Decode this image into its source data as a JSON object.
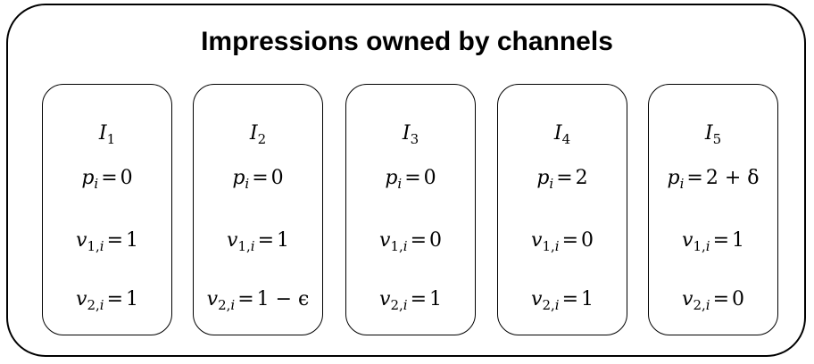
{
  "title": "Impressions owned by channels",
  "cards": [
    {
      "name_sub": "1",
      "p": "0",
      "v1": "1",
      "v2": "1"
    },
    {
      "name_sub": "2",
      "p": "0",
      "v1": "1",
      "v2": "1 − ϵ"
    },
    {
      "name_sub": "3",
      "p": "0",
      "v1": "0",
      "v2": "1"
    },
    {
      "name_sub": "4",
      "p": "2",
      "v1": "0",
      "v2": "1"
    },
    {
      "name_sub": "5",
      "p": "2 + δ",
      "v1": "1",
      "v2": "0"
    }
  ]
}
